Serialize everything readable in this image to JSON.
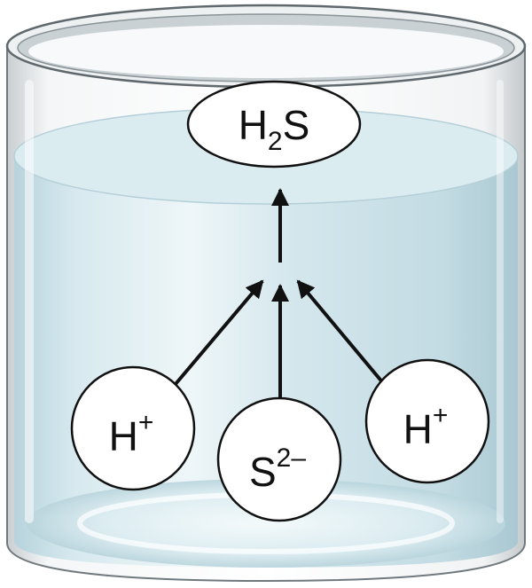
{
  "diagram": {
    "product": {
      "base": "H",
      "subscript": "2",
      "tail": "S"
    },
    "ions": [
      {
        "base": "H",
        "superscript": "+"
      },
      {
        "base": "S",
        "superscript": "2–"
      },
      {
        "base": "H",
        "superscript": "+"
      }
    ]
  },
  "colors": {
    "liquid": "#cfe5ec",
    "liquid_light": "#e9f4f7",
    "glass_edge": "#7d8589",
    "outline": "#111111"
  }
}
